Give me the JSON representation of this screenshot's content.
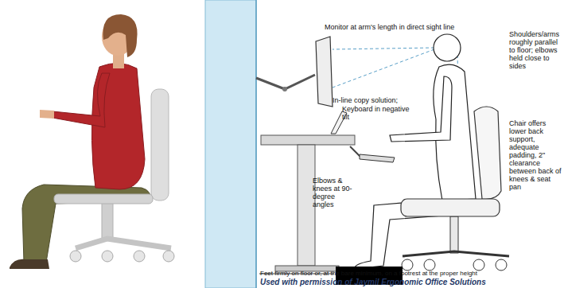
{
  "diagram": {
    "labels": [
      "Monitor at arm's length in direct sight line",
      "Shoulders/arms roughly parallel to floor; elbows held close to sides",
      "In-line copy solution;",
      "Keyboard in negative tilt",
      "Chair offers lower back support, adequate padding, 2\" clearance between back of knees & seat pan",
      "Elbows & knees at 90-degree angles",
      "Feet firmly on floor or, at the bare minimum, on a footrest at the proper height",
      "Used with permission of Jaymil Ergonomic Office Solutions"
    ]
  }
}
